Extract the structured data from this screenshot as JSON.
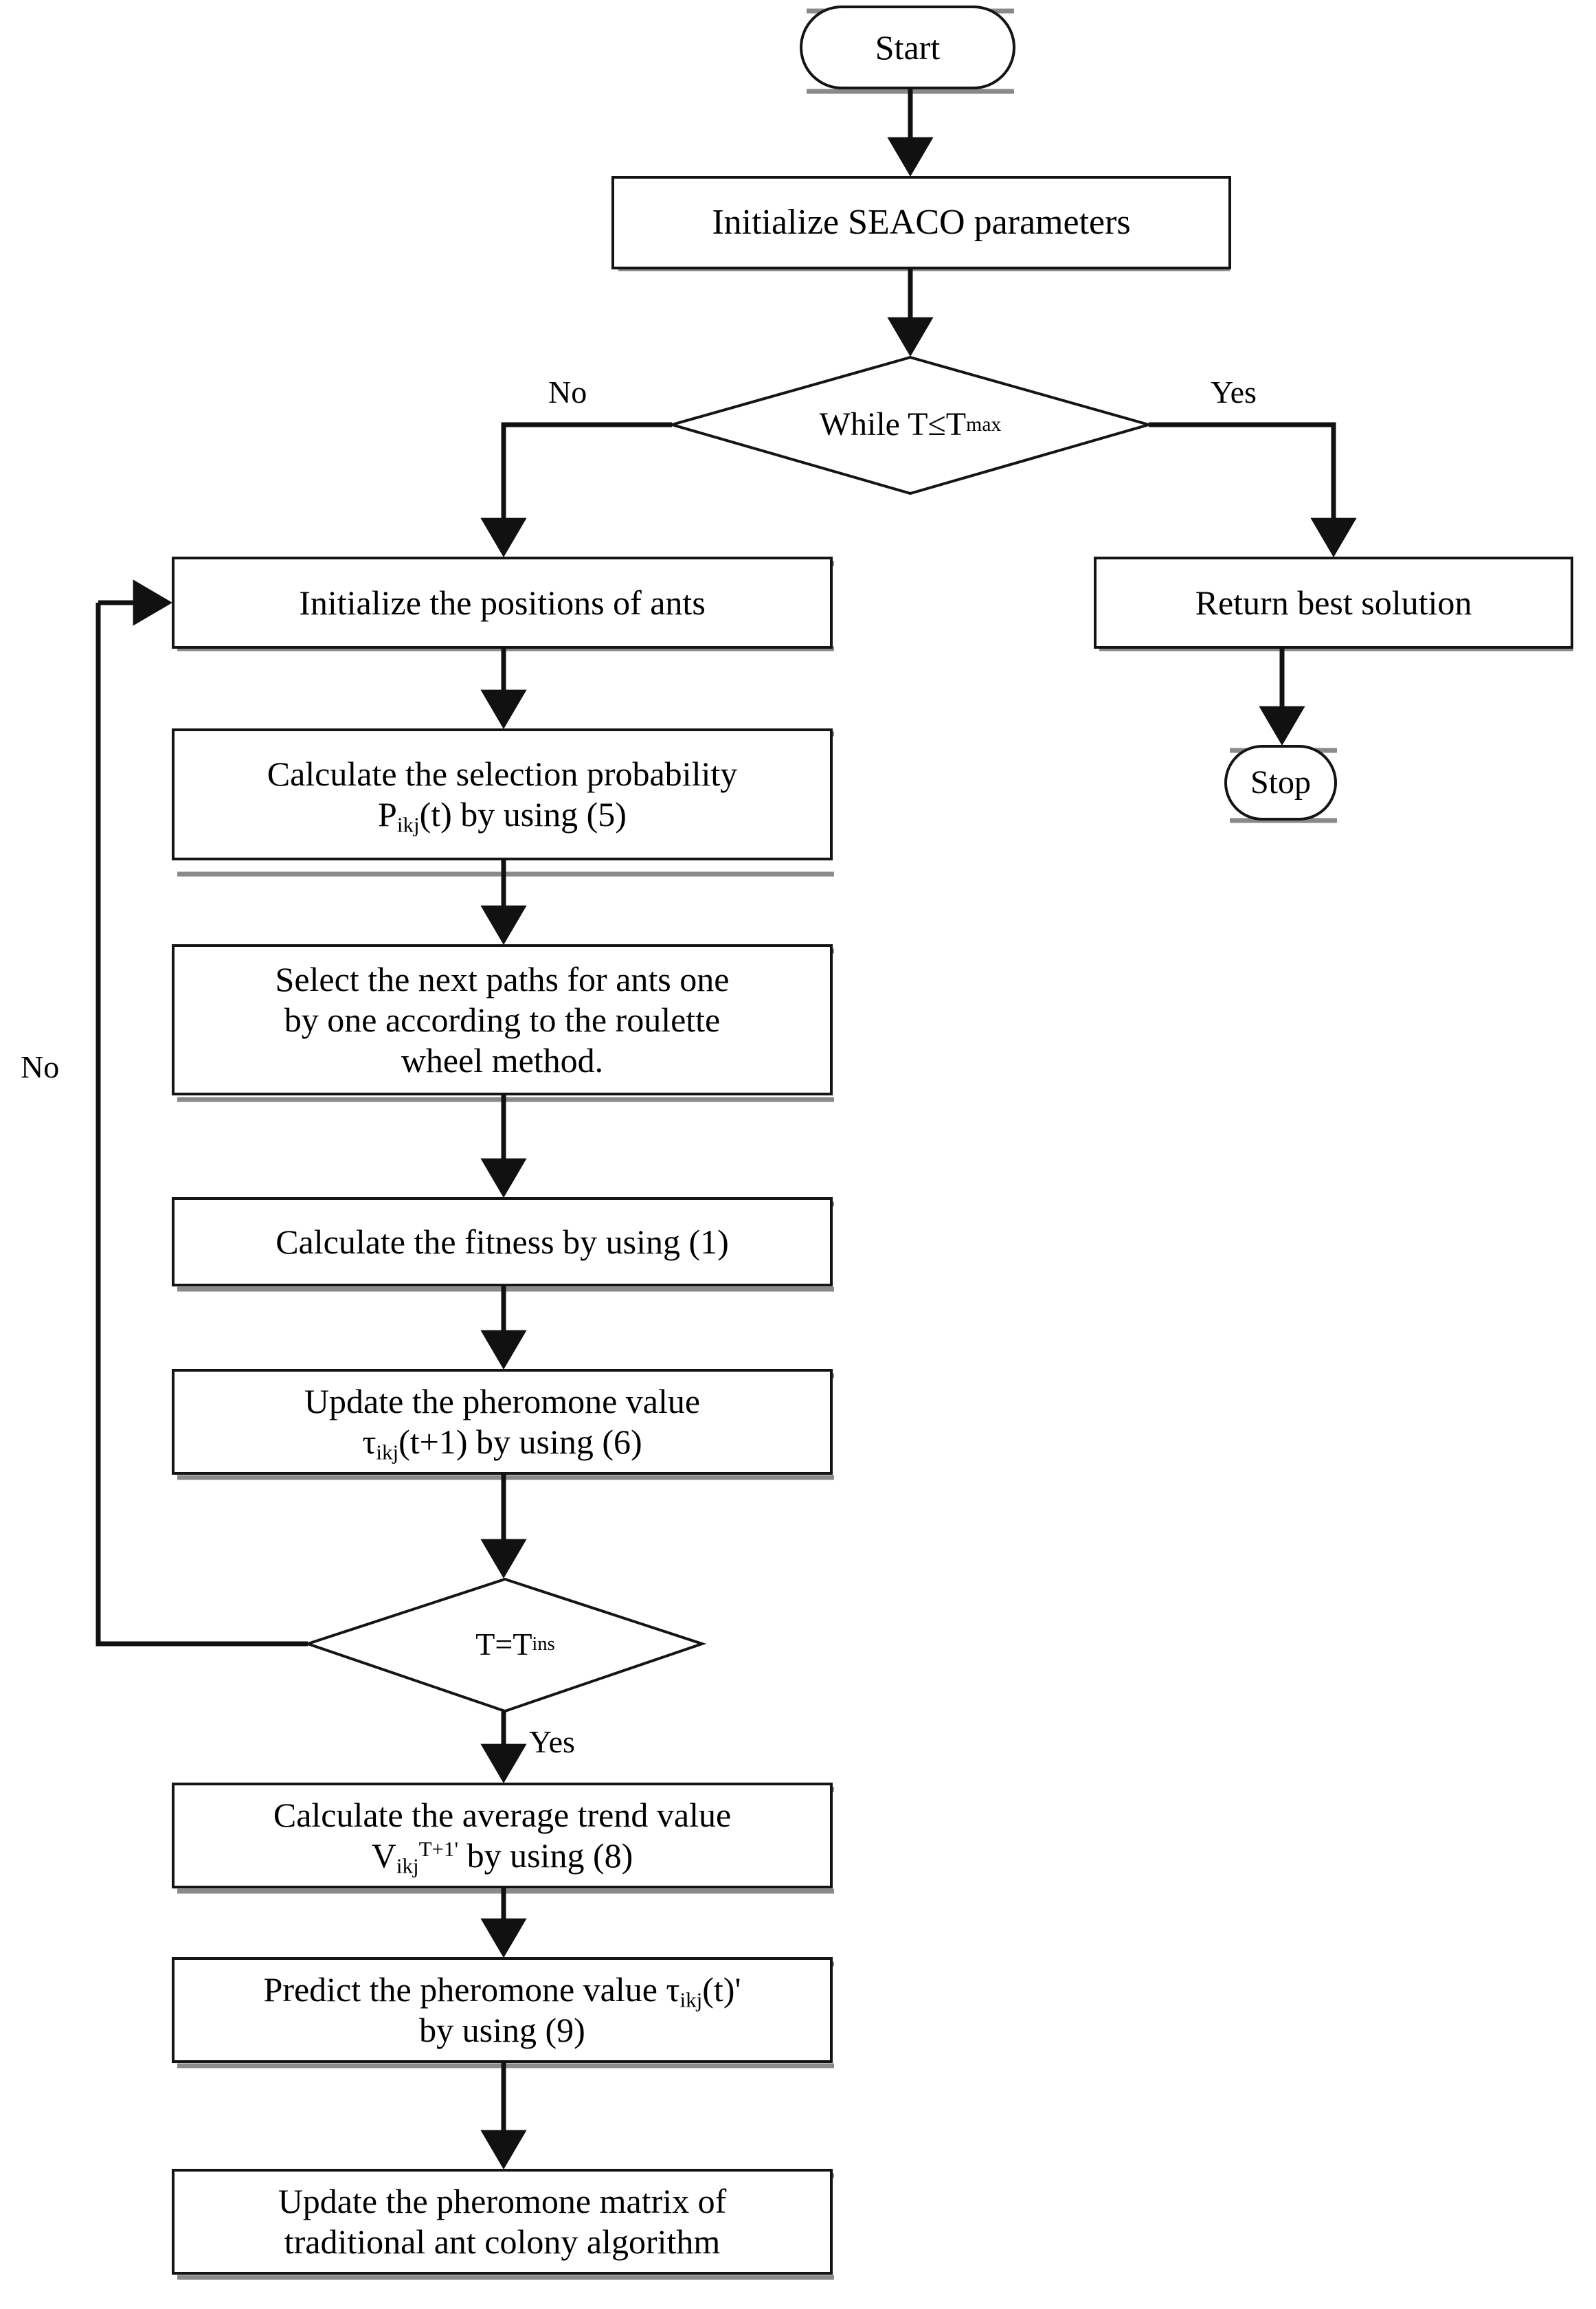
{
  "diagram": {
    "title": "SEACO algorithm flowchart",
    "type": "flowchart",
    "colors": {
      "stroke": "#1a1a1a",
      "shadow": "#808080",
      "fill": "#ffffff",
      "text": "#000000"
    },
    "nodes": {
      "start": {
        "label": "Start",
        "shape": "stadium"
      },
      "init_params": {
        "label": "Initialize SEACO parameters",
        "shape": "rect"
      },
      "while_decision": {
        "label": "While T≤T",
        "label_sub": "max",
        "shape": "diamond"
      },
      "init_positions": {
        "label": "Initialize the positions of ants",
        "shape": "rect"
      },
      "return_best": {
        "label": "Return best solution",
        "shape": "rect"
      },
      "stop": {
        "label": "Stop",
        "shape": "stadium"
      },
      "selection_probability": {
        "line1": "Calculate the selection probability",
        "line2_pre": "P",
        "line2_sub": "ikj",
        "line2_post": "(t) by using (5)",
        "shape": "rect"
      },
      "select_paths": {
        "line1": "Select the next paths for  ants one",
        "line2": "by one according to the roulette",
        "line3": "wheel method.",
        "shape": "rect"
      },
      "calc_fitness": {
        "label": "Calculate the fitness by using (1)",
        "shape": "rect"
      },
      "update_pheromone": {
        "line1": "Update the pheromone value",
        "line2_pre": "τ",
        "line2_sub": "ikj",
        "line2_post": "(t+1) by using (6)",
        "shape": "rect"
      },
      "tins_decision": {
        "label": "T=T",
        "label_sub": "ins",
        "shape": "diamond"
      },
      "avg_trend": {
        "line1": "Calculate the average trend value",
        "line2_pre": "V",
        "line2_sub": "ikj",
        "line2_sup": "T+1'",
        "line2_post": " by using (8)",
        "shape": "rect"
      },
      "predict_pheromone": {
        "line1_pre": "Predict the pheromone value τ",
        "line1_sub": "ikj",
        "line1_post": "(t)'",
        "line2": "by using (9)",
        "shape": "rect"
      },
      "update_matrix": {
        "line1": "Update the pheromone matrix of",
        "line2": "traditional ant colony algorithm",
        "shape": "rect"
      }
    },
    "edge_labels": {
      "while_no": "No",
      "while_yes": "Yes",
      "loop_no": "No",
      "tins_yes": "Yes"
    }
  }
}
